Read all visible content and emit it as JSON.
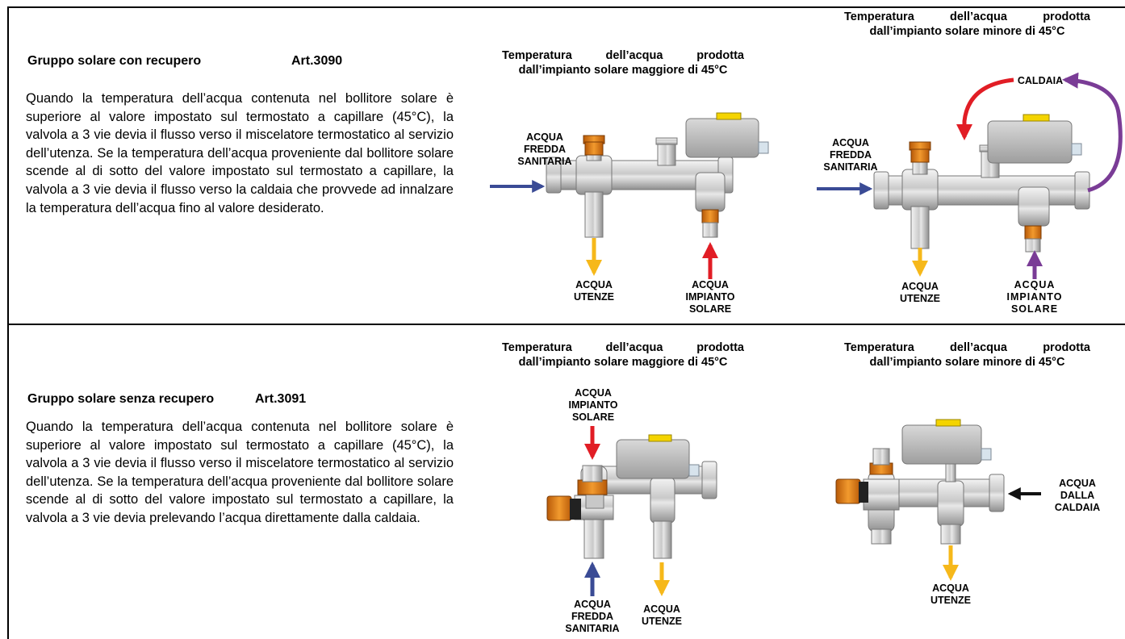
{
  "colors": {
    "blue": "#3a4b95",
    "red": "#e11d25",
    "yellow": "#f6b81a",
    "purple": "#7a3c96",
    "black": "#111111",
    "orange": "#e8831b"
  },
  "panels": [
    {
      "title": "Gruppo solare con recupero",
      "art": "Art.3090",
      "text": "Quando la temperatura dell’acqua contenuta nel bollitore solare è superiore al valore impostato sul termostato a capillare (45°C), la valvola a 3 vie devia il flusso verso il miscelatore termostatico al servizio dell’utenza. Se la temperatura dell’acqua proveniente dal bollitore solare scende al di sotto del valore impostato sul termostato a capillare, la valvola a 3 vie devia il flusso verso la caldaia che provvede ad innalzare la temperatura dell’acqua fino al valore desiderato.",
      "diagrams": [
        {
          "caption": "Temperatura dell’acqua prodotta dall’impianto solare maggiore di 45°C",
          "labels": {
            "cold": "ACQUA\nFREDDA\nSANITARIA",
            "users": "ACQUA\nUTENZE",
            "solar": "ACQUA\nIMPIANTO\nSOLARE"
          }
        },
        {
          "caption": "Temperatura dell’acqua prodotta dall’impianto solare minore di 45°C",
          "labels": {
            "boiler": "CALDAIA",
            "cold": "ACQUA\nFREDDA\nSANITARIA",
            "users": "ACQUA\nUTENZE",
            "solar": "ACQUA\nIMPIANTO\nSOLARE"
          }
        }
      ]
    },
    {
      "title": "Gruppo solare senza recupero",
      "art": "Art.3091",
      "text": "Quando la temperatura dell’acqua contenuta nel bollitore solare è superiore al valore impostato sul termostato a capillare (45°C), la valvola a 3 vie devia il flusso verso il miscelatore termostatico al servizio dell’utenza. Se la temperatura dell’acqua proveniente dal bollitore solare scende al di sotto del valore impostato sul termostato a capillare, la valvola a 3 vie devia prelevando l’acqua direttamente dalla caldaia.",
      "diagrams": [
        {
          "caption": "Temperatura dell’acqua prodotta dall’impianto solare maggiore di 45°C",
          "labels": {
            "solar": "ACQUA\nIMPIANTO\nSOLARE",
            "cold": "ACQUA\nFREDDA\nSANITARIA",
            "users": "ACQUA\nUTENZE"
          }
        },
        {
          "caption": "Temperatura dell’acqua prodotta dall’impianto solare minore di 45°C",
          "labels": {
            "boiler": "ACQUA\nDALLA\nCALDAIA",
            "users": "ACQUA\nUTENZE"
          }
        }
      ]
    }
  ]
}
